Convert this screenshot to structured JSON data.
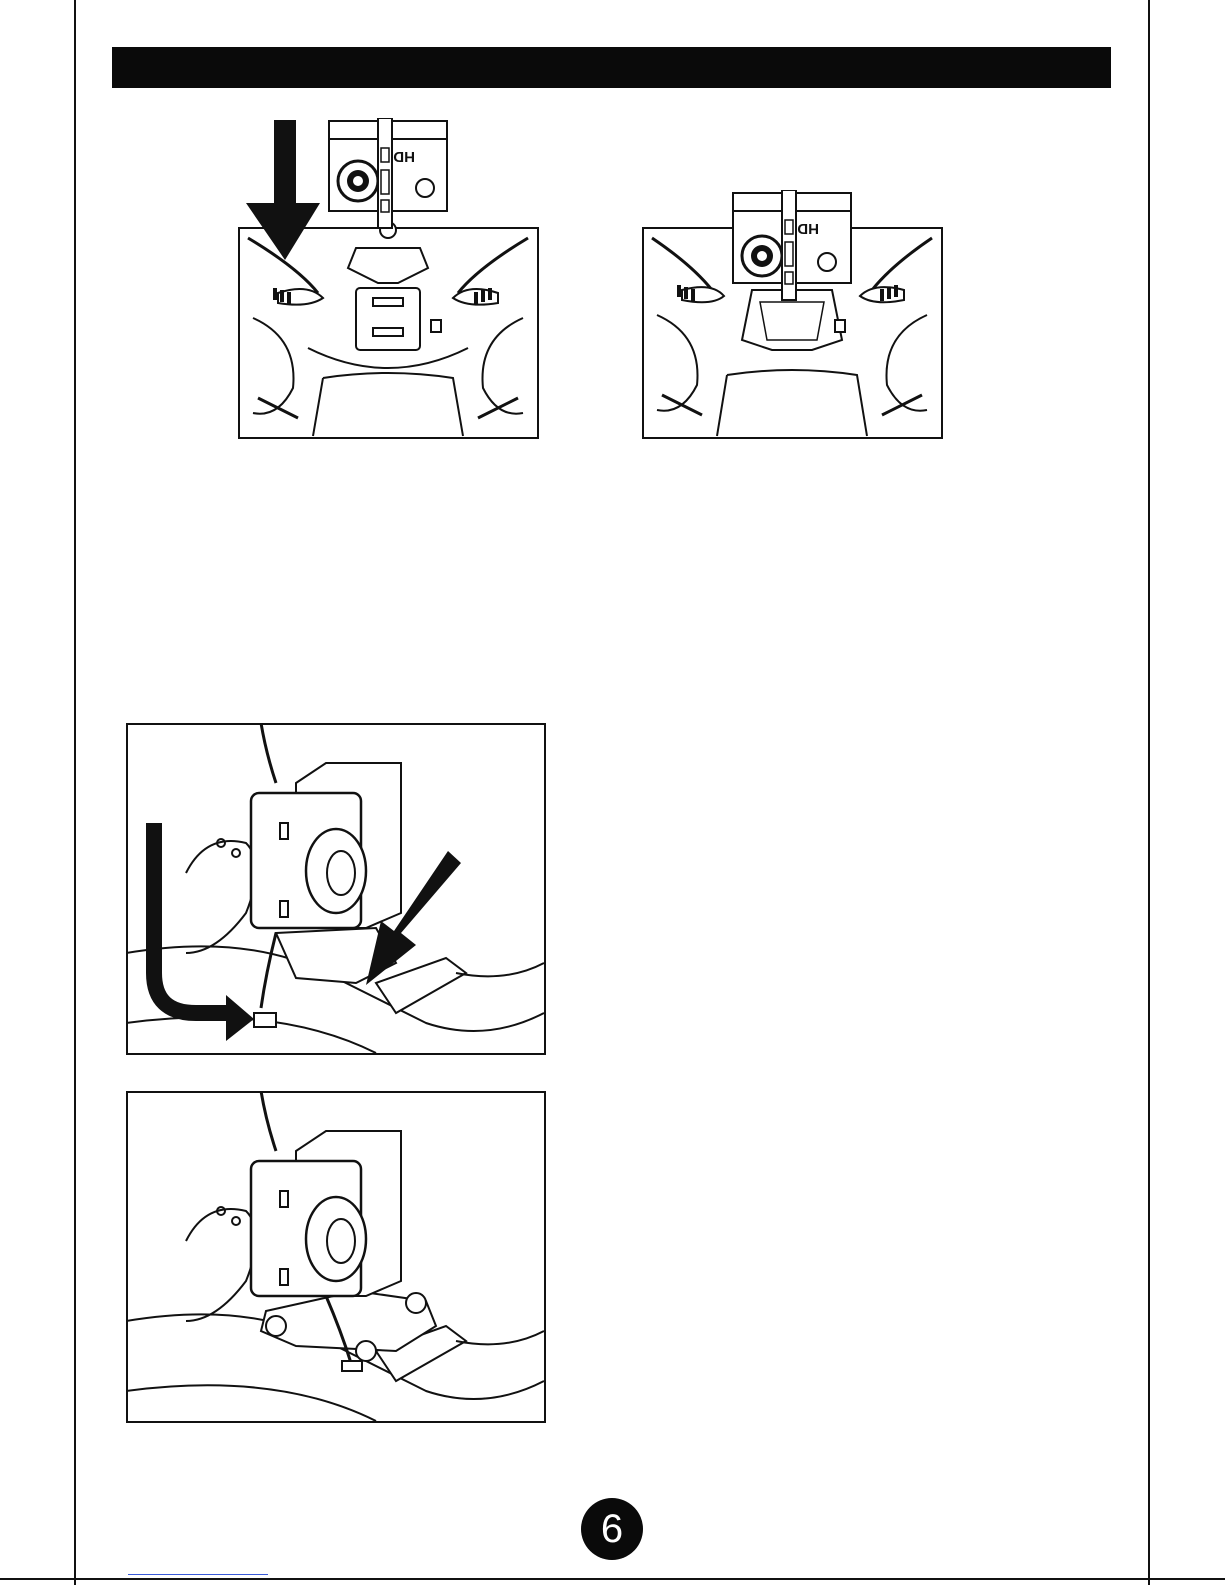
{
  "header": {
    "title": ""
  },
  "figures": {
    "top_left": {
      "camera_badge": "HD"
    },
    "top_right": {
      "camera_badge": "HD"
    }
  },
  "page": {
    "number": "6"
  }
}
